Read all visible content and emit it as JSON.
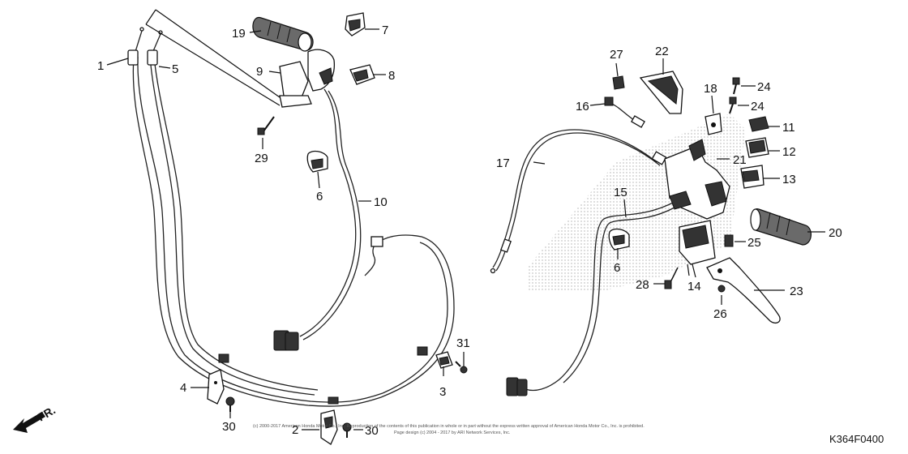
{
  "diagram": {
    "code": "K364F0400",
    "direction_label": "FR.",
    "copyright_line1": "(c) 2000-2017 American Honda Motor Co., Inc. Reproduction of the contents of this publication in whole or in part without the express written approval of American Honda Motor Co., Inc. is prohibited.",
    "copyright_line2": "Page design (c) 2004 - 2017 by ARI Network Services, Inc."
  },
  "callouts": [
    {
      "id": "c1",
      "text": "1"
    },
    {
      "id": "c2",
      "text": "2"
    },
    {
      "id": "c3",
      "text": "3"
    },
    {
      "id": "c4",
      "text": "4"
    },
    {
      "id": "c5",
      "text": "5"
    },
    {
      "id": "c6a",
      "text": "6"
    },
    {
      "id": "c6b",
      "text": "6"
    },
    {
      "id": "c7",
      "text": "7"
    },
    {
      "id": "c8",
      "text": "8"
    },
    {
      "id": "c9",
      "text": "9"
    },
    {
      "id": "c10",
      "text": "10"
    },
    {
      "id": "c11",
      "text": "11"
    },
    {
      "id": "c12",
      "text": "12"
    },
    {
      "id": "c13",
      "text": "13"
    },
    {
      "id": "c14",
      "text": "14"
    },
    {
      "id": "c15",
      "text": "15"
    },
    {
      "id": "c16",
      "text": "16"
    },
    {
      "id": "c17",
      "text": "17"
    },
    {
      "id": "c18",
      "text": "18"
    },
    {
      "id": "c19",
      "text": "19"
    },
    {
      "id": "c20",
      "text": "20"
    },
    {
      "id": "c21",
      "text": "21"
    },
    {
      "id": "c22",
      "text": "22"
    },
    {
      "id": "c23",
      "text": "23"
    },
    {
      "id": "c24a",
      "text": "24"
    },
    {
      "id": "c24b",
      "text": "24"
    },
    {
      "id": "c25",
      "text": "25"
    },
    {
      "id": "c26",
      "text": "26"
    },
    {
      "id": "c27",
      "text": "27"
    },
    {
      "id": "c28",
      "text": "28"
    },
    {
      "id": "c29",
      "text": "29"
    },
    {
      "id": "c30a",
      "text": "30"
    },
    {
      "id": "c30b",
      "text": "30"
    },
    {
      "id": "c31",
      "text": "31"
    }
  ]
}
